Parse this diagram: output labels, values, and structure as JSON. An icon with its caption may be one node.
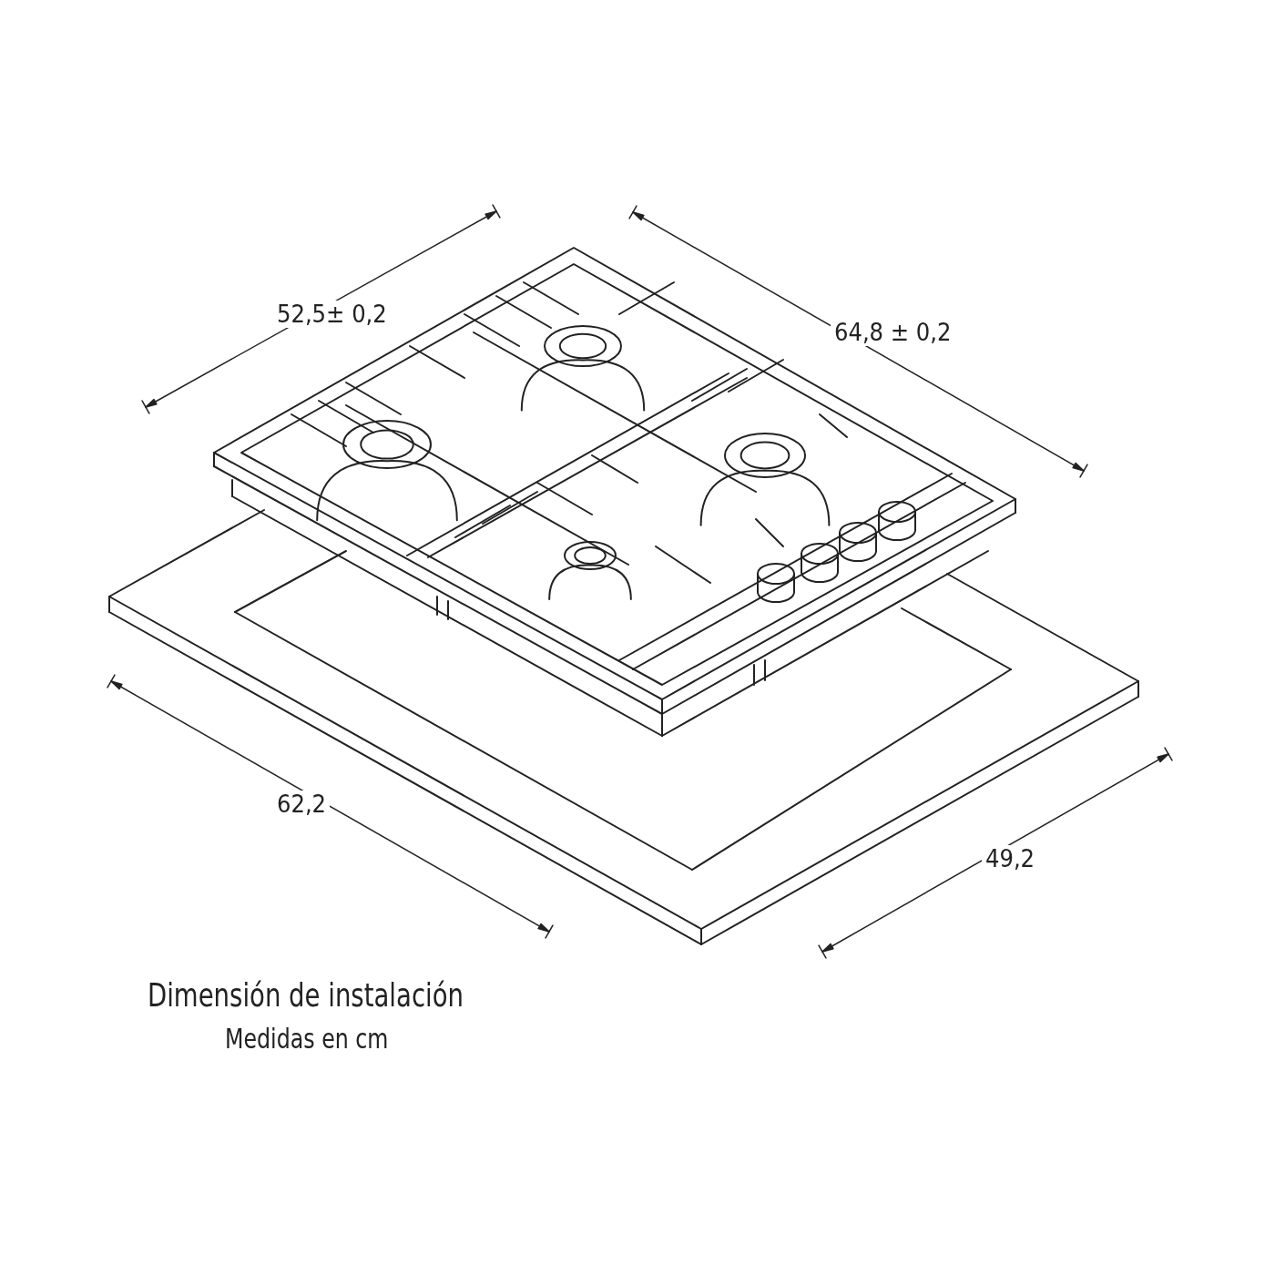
{
  "diagram": {
    "title": "Dimensión de instalación",
    "caption": "Medidas en cm",
    "labels": [
      "52,5± 0,2",
      "64,8 ± 0,2",
      "62,2",
      "49,2"
    ]
  }
}
